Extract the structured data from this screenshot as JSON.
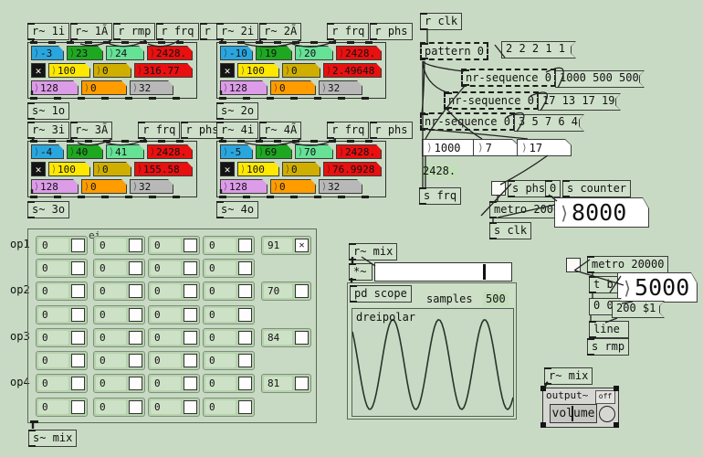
{
  "icons": {
    "atom_arrow": "⟩",
    "toggle_x": "✕"
  },
  "groups": [
    {
      "receivers": [
        "r~ 1i",
        "r~ 1Ã",
        "r rmp",
        "r frq",
        "r phs"
      ],
      "send": "s~ 1o",
      "toggle_on": true,
      "rows": [
        [
          {
            "v": "-3",
            "c": "blue"
          },
          {
            "v": "23",
            "c": "green"
          },
          {
            "v": "24",
            "c": "mint"
          },
          {
            "v": "2428.",
            "c": "red"
          }
        ],
        [
          {
            "v": "100",
            "c": "yellow"
          },
          {
            "v": "0",
            "c": "olive"
          },
          {
            "v": "316.77",
            "c": "redwide"
          }
        ],
        [
          {
            "v": "128",
            "c": "purple"
          },
          {
            "v": "0",
            "c": "orange"
          },
          {
            "v": "32",
            "c": "silver"
          }
        ]
      ]
    },
    {
      "receivers": [
        "r~ 2i",
        "r~ 2Ã",
        "r frq",
        "r phs"
      ],
      "send": "s~ 2o",
      "toggle_on": true,
      "rows": [
        [
          {
            "v": "-10",
            "c": "blue"
          },
          {
            "v": "19",
            "c": "green"
          },
          {
            "v": "20",
            "c": "mint"
          },
          {
            "v": "2428.",
            "c": "red"
          }
        ],
        [
          {
            "v": "100",
            "c": "yellow"
          },
          {
            "v": "0",
            "c": "olive"
          },
          {
            "v": "2.49648",
            "c": "redwide"
          }
        ],
        [
          {
            "v": "128",
            "c": "purple"
          },
          {
            "v": "0",
            "c": "orange"
          },
          {
            "v": "32",
            "c": "silver"
          }
        ]
      ]
    },
    {
      "receivers": [
        "r~ 3i",
        "r~ 3Ã",
        "r frq",
        "r phs"
      ],
      "send": "s~ 3o",
      "toggle_on": true,
      "rows": [
        [
          {
            "v": "-4",
            "c": "blue"
          },
          {
            "v": "40",
            "c": "green"
          },
          {
            "v": "41",
            "c": "mint"
          },
          {
            "v": "2428.",
            "c": "red"
          }
        ],
        [
          {
            "v": "100",
            "c": "yellow"
          },
          {
            "v": "0",
            "c": "olive"
          },
          {
            "v": "155.58",
            "c": "redwide"
          }
        ],
        [
          {
            "v": "128",
            "c": "purple"
          },
          {
            "v": "0",
            "c": "orange"
          },
          {
            "v": "32",
            "c": "silver"
          }
        ]
      ]
    },
    {
      "receivers": [
        "r~ 4i",
        "r~ 4Ã",
        "r frq",
        "r phs"
      ],
      "send": "s~ 4o",
      "toggle_on": true,
      "rows": [
        [
          {
            "v": "-5",
            "c": "blue"
          },
          {
            "v": "69",
            "c": "green"
          },
          {
            "v": "70",
            "c": "mint"
          },
          {
            "v": "2428.",
            "c": "red"
          }
        ],
        [
          {
            "v": "100",
            "c": "yellow"
          },
          {
            "v": "0",
            "c": "olive"
          },
          {
            "v": "76.9928",
            "c": "redwide"
          }
        ],
        [
          {
            "v": "128",
            "c": "purple"
          },
          {
            "v": "0",
            "c": "orange"
          },
          {
            "v": "32",
            "c": "silver"
          }
        ]
      ]
    }
  ],
  "sequencer": {
    "r_clk": "r clk",
    "pattern": "pattern 0",
    "pattern_msg": "2 2 2 1 1",
    "nr1": "nr-sequence 0",
    "nr1_msg": "1000 500 500",
    "nr2": "nr-sequence 0",
    "nr2_msg": "17 13 17 19",
    "nr3": "nr-sequence 0",
    "nr3_msg": "3 5 7 6 4",
    "num1": "1000",
    "num2": "7",
    "num3": "17",
    "freq_display": "2428.",
    "s_frq": "s frq"
  },
  "counter": {
    "s_phs": "s phs",
    "zero": "0",
    "s_counter": "s counter",
    "metro": "metro 20000",
    "value": "8000",
    "s_clk": "s clk",
    "toggle_on": false
  },
  "ramp": {
    "metro": "metro 20000",
    "trigger": "t b b",
    "value": "5000",
    "msg1": "0 0",
    "msg2": "200 $1",
    "line": "line",
    "s_rmp": "s rmp",
    "toggle_on": false
  },
  "mixer": {
    "r_mix": "r~ mix",
    "mult": "*~"
  },
  "scope": {
    "pd": "pd scope",
    "samples_label": "samples",
    "samples_value": "500",
    "array_name": "dreipolar",
    "wave": {
      "cycles": 3.5,
      "phase": 0.75
    }
  },
  "matrix": {
    "op_labels": [
      "op1",
      "op2",
      "op3",
      "op4"
    ],
    "rows": 8,
    "cols": 4,
    "cell_value": "0",
    "levels": [
      {
        "value": "91",
        "checked": true
      },
      {
        "value": "70",
        "checked": false
      },
      {
        "value": "84",
        "checked": false
      },
      {
        "value": "81",
        "checked": false
      }
    ],
    "send_label": "s~ mix",
    "stray_text": "ei"
  },
  "output": {
    "r_mix": "r~ mix",
    "label": "output~",
    "off_label": "off",
    "volume_label": "volume"
  },
  "colors": {
    "canvas": "#c8dac3",
    "blue": "#2aa6df",
    "green": "#1ea821",
    "mint": "#66e196",
    "red": "#e81010",
    "yellow": "#ffe800",
    "olive": "#cfae00",
    "purple": "#dc9ce8",
    "orange": "#ff9c00",
    "gray": "#b8b8b8"
  }
}
